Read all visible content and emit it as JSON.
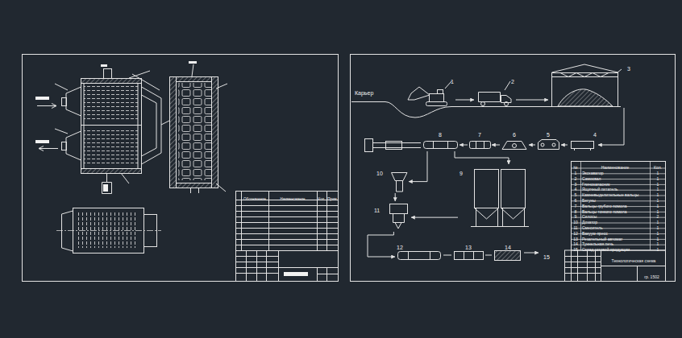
{
  "diagram": {
    "nodes": [
      {
        "text": [
          "1"
        ]
      },
      {
        "text": [
          "2"
        ]
      },
      {
        "text": [
          "3"
        ]
      },
      {
        "text": [
          "4"
        ]
      },
      {
        "text": [
          "5"
        ]
      },
      {
        "text": [
          "6"
        ]
      },
      {
        "text": [
          "7"
        ]
      },
      {
        "text": [
          "8"
        ]
      },
      {
        "text": [
          "9"
        ]
      },
      {
        "text": [
          "10"
        ]
      },
      {
        "text": [
          "11"
        ]
      },
      {
        "text": [
          "12"
        ]
      },
      {
        "text": [
          "13"
        ]
      },
      {
        "text": [
          "14"
        ]
      },
      {
        "text": [
          "15"
        ]
      }
    ],
    "edges": [
      {
        "from": 0,
        "to": 1,
        "arrow": "to"
      },
      {
        "from": 1,
        "to": 2,
        "arrow": "to"
      },
      {
        "from": 2,
        "to": 3,
        "arrow": "to"
      },
      {
        "from": 3,
        "to": 4,
        "arrow": "to"
      },
      {
        "from": 4,
        "to": 5,
        "arrow": "to"
      },
      {
        "from": 5,
        "to": 6,
        "arrow": "to"
      },
      {
        "from": 6,
        "to": 7,
        "arrow": "to"
      },
      {
        "from": 7,
        "to": 8,
        "arrow": "to"
      },
      {
        "from": 7,
        "to": 9,
        "arrow": "to"
      },
      {
        "from": 8,
        "to": 10,
        "arrow": "to"
      },
      {
        "from": 9,
        "to": 10,
        "arrow": "to"
      },
      {
        "from": 10,
        "to": 11,
        "arrow": "to"
      },
      {
        "from": 11,
        "to": 12,
        "arrow": "none"
      },
      {
        "from": 12,
        "to": 13,
        "arrow": "none"
      },
      {
        "from": 13,
        "to": 14,
        "arrow": "to"
      }
    ],
    "labels": [
      "Карьер",
      "Обозначение",
      "Наименование",
      "Кол.",
      "Прим.",
      "№",
      "Наименование",
      "Кол.",
      "1",
      "Экскаватор",
      "1",
      "2",
      "Самосвал",
      "1",
      "3",
      "Глинозапасник",
      "1",
      "4",
      "Ящичный питатель",
      "1",
      "5",
      "Камневыделительные вальцы",
      "1",
      "6",
      "Бегуны",
      "1",
      "7",
      "Вальцы грубого помола",
      "1",
      "8",
      "Вальцы тонкого помола",
      "1",
      "9",
      "Силосы",
      "2",
      "10",
      "Дозатор",
      "1",
      "11",
      "Смеситель",
      "1",
      "12",
      "Вакуум-пресс",
      "1",
      "13",
      "Резательный автомат",
      "1",
      "14",
      "Туннельная печь",
      "1",
      "15",
      "Склад готовой продукции",
      "1",
      "Технологическая схема",
      "гр. 1502"
    ]
  }
}
